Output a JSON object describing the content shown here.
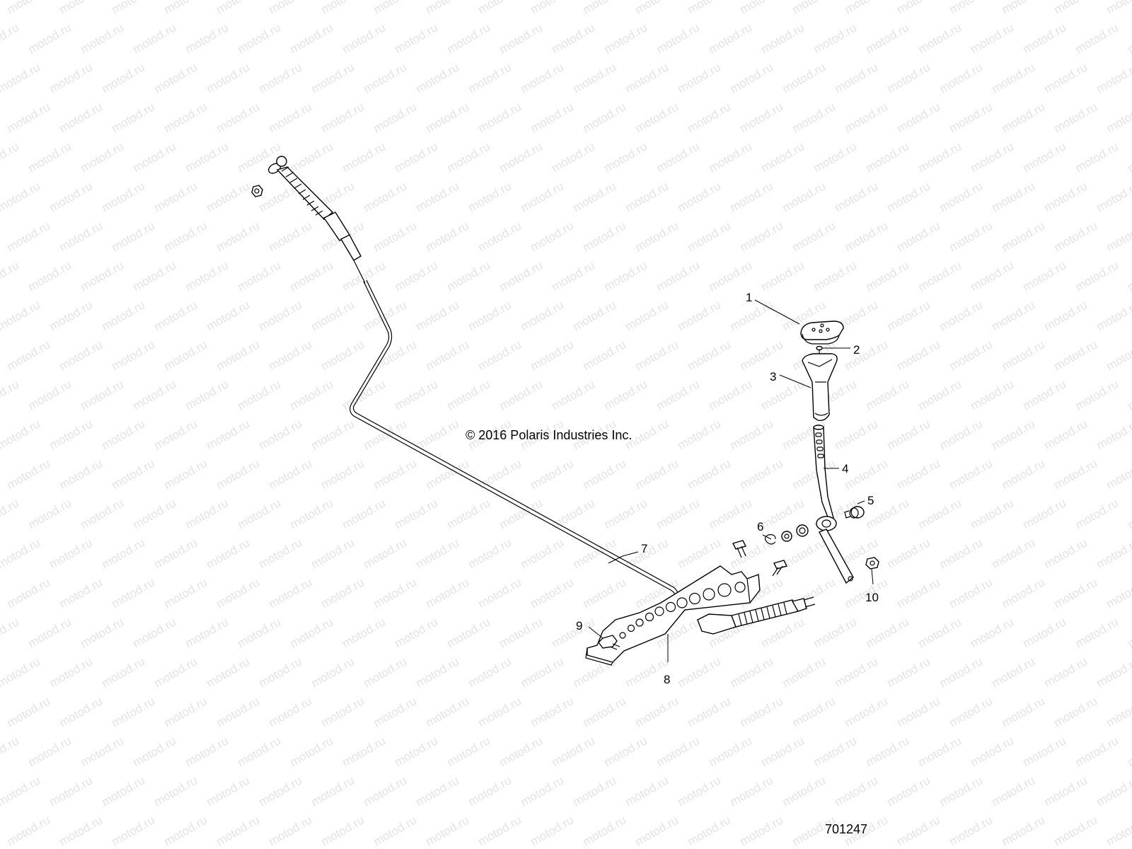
{
  "watermark": "motod.ru",
  "copyright": "© 2016 Polaris Industries Inc.",
  "document_number": "701247",
  "callouts": [
    "1",
    "2",
    "3",
    "4",
    "5",
    "6",
    "7",
    "8",
    "9",
    "10"
  ],
  "colors": {
    "line": "#000000",
    "background": "#ffffff",
    "watermark": "#cccccc"
  }
}
